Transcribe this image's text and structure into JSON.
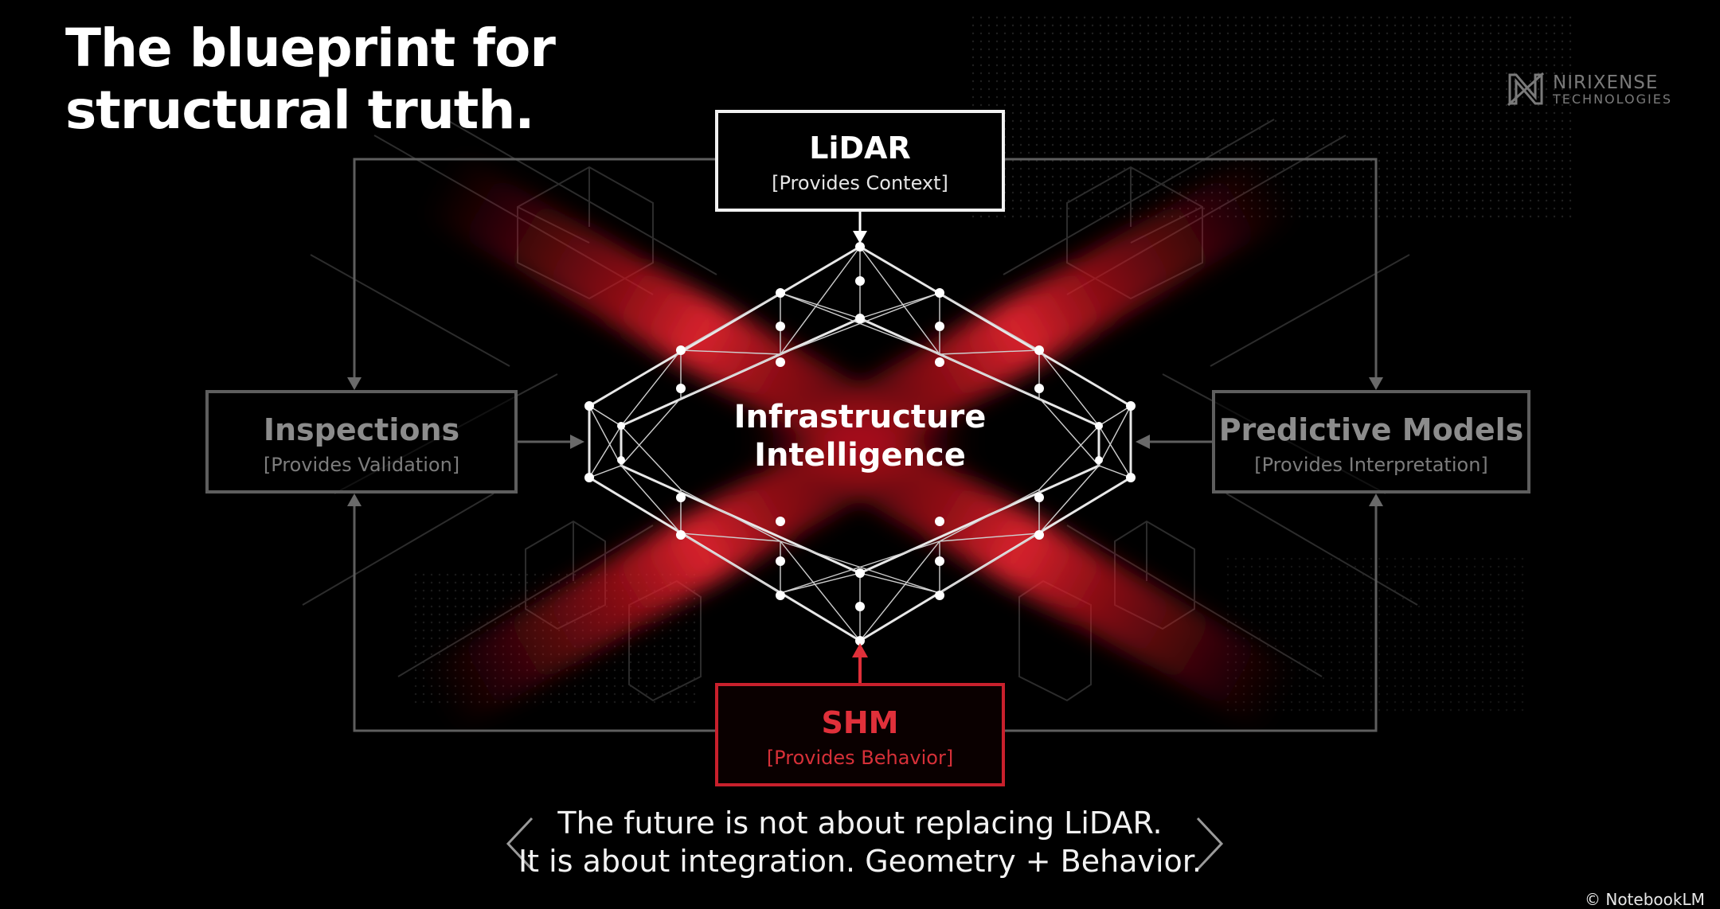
{
  "header": {
    "title_line1": "The blueprint for",
    "title_line2": "structural truth."
  },
  "logo": {
    "name": "NIRIXENSE",
    "subtitle": "TECHNOLOGIES",
    "icon": "n-logo-icon"
  },
  "diagram": {
    "center": {
      "line1": "Infrastructure",
      "line2": "Intelligence"
    },
    "nodes": {
      "lidar": {
        "name": "LiDAR",
        "role": "[Provides Context]"
      },
      "inspections": {
        "name": "Inspections",
        "role": "[Provides Validation]"
      },
      "predictive": {
        "name": "Predictive Models",
        "role": "[Provides Interpretation]"
      },
      "shm": {
        "name": "SHM",
        "role": "[Provides Behavior]"
      }
    }
  },
  "caption": {
    "line1": "The future is not about replacing LiDAR.",
    "line2": "It is about integration. Geometry + Behavior."
  },
  "footer": {
    "credit": "© NotebookLM"
  },
  "colors": {
    "accent_red": "#e0303a",
    "border_red": "#c8202c",
    "muted_gray": "#5e5e5e",
    "background": "#000000"
  }
}
